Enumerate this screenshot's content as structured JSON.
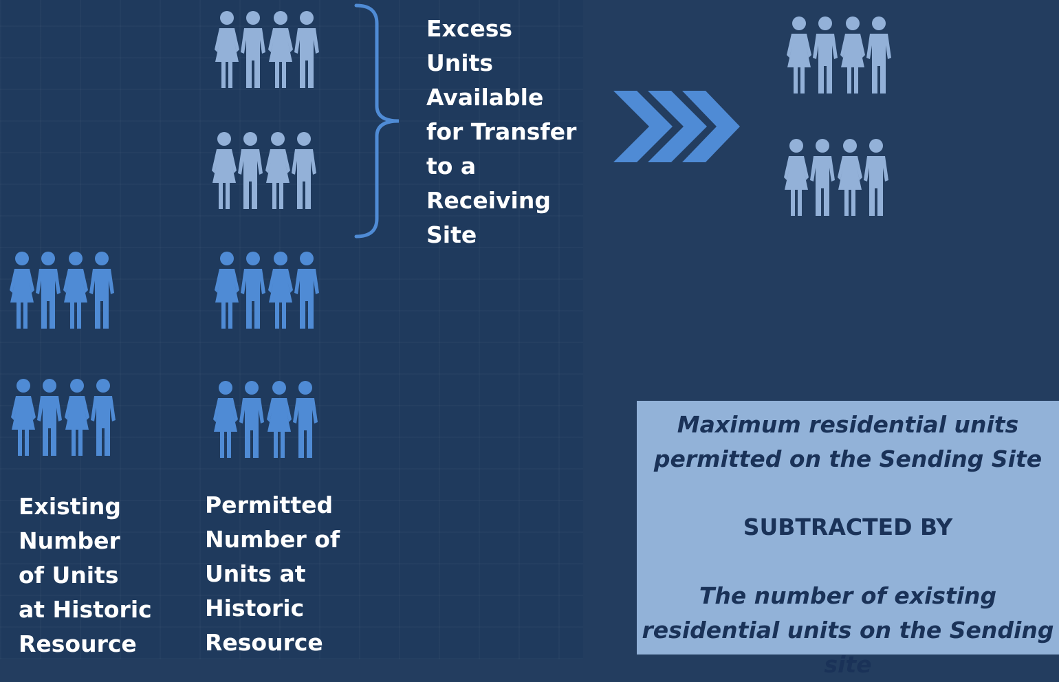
{
  "colors": {
    "background": "#233d5f",
    "left_panel": "#1f3a5d",
    "light_figures": "#93b1d8",
    "dark_figures": "#4f8bd5",
    "bracket": "#4f8bd5",
    "arrows": "#4f8bd5",
    "box_fill": "#92b2d8",
    "box_text": "#1a3258"
  },
  "labels": {
    "excess": "Excess\nUnits\nAvailable\nfor Transfer\nto a\nReceiving\nSite",
    "existing": "Existing\nNumber\nof Units\nat Historic\nResource",
    "permitted": "Permitted\nNumber of\nUnits at\nHistoric\nResource"
  },
  "formula": {
    "maximum": "Maximum residential units permitted on the Sending Site",
    "operator": "SUBTRACTED BY",
    "existing": "The number of existing residential units on the Sending site"
  },
  "icons": {
    "people_group": "people-group-icon",
    "bracket": "curly-brace-icon",
    "arrow": "chevron-arrow-icon"
  }
}
